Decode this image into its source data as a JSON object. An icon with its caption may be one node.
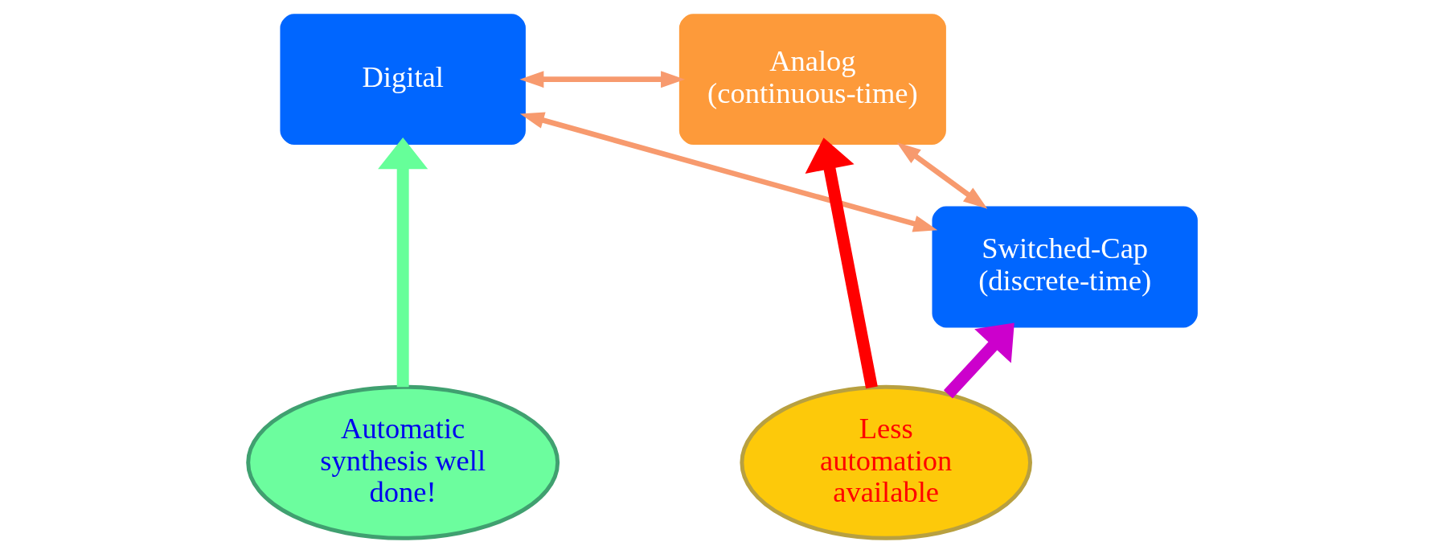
{
  "diagram": {
    "nodes": [
      {
        "text": [
          "Analog (continuous-time)"
        ]
      },
      {
        "text": [
          "Digital"
        ]
      },
      {
        "text": [
          "Switched-Cap (discrete-time)"
        ]
      },
      {
        "text": [
          "Less automation available"
        ]
      },
      {
        "text": [
          "Automatic synthesis well done!"
        ]
      }
    ],
    "edges": [
      {
        "from": 0,
        "to": 1,
        "arrow": "both"
      },
      {
        "from": 0,
        "to": 2,
        "arrow": "both"
      },
      {
        "from": 2,
        "to": 1,
        "arrow": "both"
      },
      {
        "from": 3,
        "to": 0,
        "arrow": "to",
        "style": "thick",
        "color": "#ff0000"
      },
      {
        "from": 3,
        "to": 2,
        "arrow": "to",
        "style": "thick",
        "color": "#cc00cc"
      },
      {
        "from": 4,
        "to": 1,
        "arrow": "to",
        "style": "thick",
        "color": "#66ff99"
      }
    ]
  }
}
